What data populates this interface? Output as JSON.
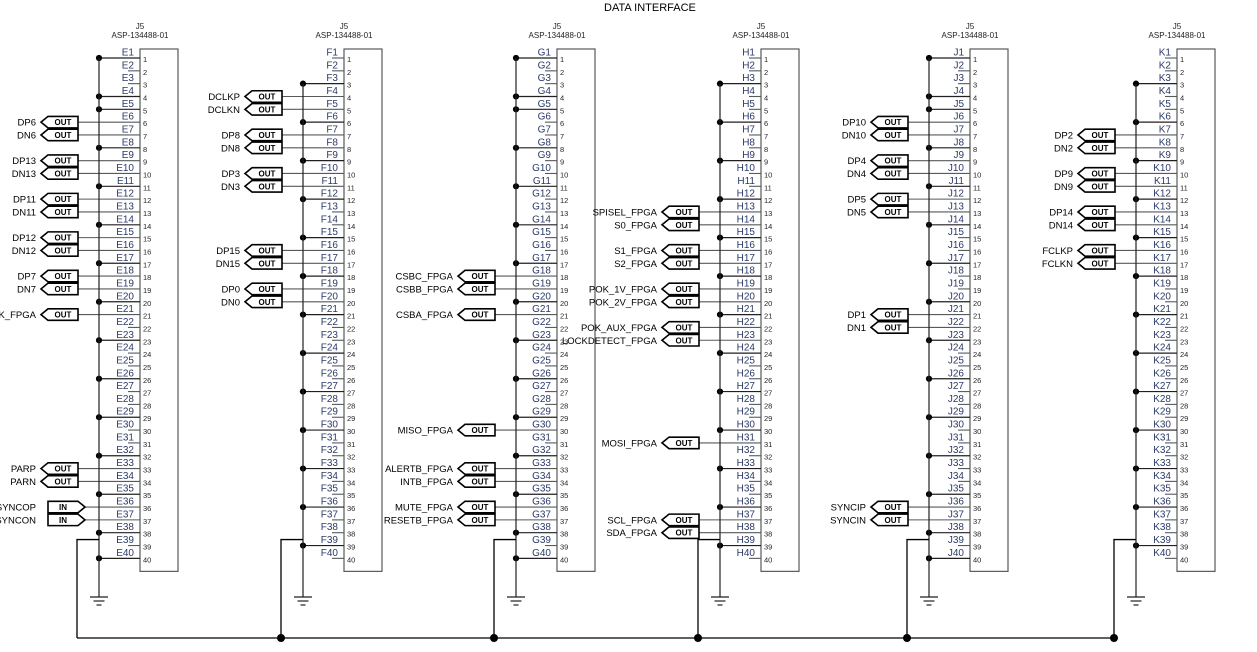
{
  "title": "DATA INTERFACE",
  "connector": {
    "ref": "J5",
    "part": "ASP-134488-01",
    "pin_count": 40
  },
  "columns": [
    {
      "id": "col-E",
      "prefix": "E",
      "ref": "J5",
      "part": "ASP-134488-01",
      "ground_pins": [
        1,
        4,
        5,
        8,
        11,
        14,
        17,
        20,
        23,
        26,
        29,
        32,
        35,
        38,
        40
      ],
      "signals": [
        {
          "pin": 6,
          "label": "DP6",
          "dir": "OUT"
        },
        {
          "pin": 7,
          "label": "DN6",
          "dir": "OUT"
        },
        {
          "pin": 9,
          "label": "DP13",
          "dir": "OUT"
        },
        {
          "pin": 10,
          "label": "DN13",
          "dir": "OUT"
        },
        {
          "pin": 12,
          "label": "DP11",
          "dir": "OUT"
        },
        {
          "pin": 13,
          "label": "DN11",
          "dir": "OUT"
        },
        {
          "pin": 15,
          "label": "DP12",
          "dir": "OUT"
        },
        {
          "pin": 16,
          "label": "DN12",
          "dir": "OUT"
        },
        {
          "pin": 18,
          "label": "DP7",
          "dir": "OUT"
        },
        {
          "pin": 19,
          "label": "DN7",
          "dir": "OUT"
        },
        {
          "pin": 21,
          "label": "SCLK_FPGA",
          "dir": "OUT"
        },
        {
          "pin": 33,
          "label": "PARP",
          "dir": "OUT"
        },
        {
          "pin": 34,
          "label": "PARN",
          "dir": "OUT"
        },
        {
          "pin": 36,
          "label": "SYNCOP",
          "dir": "IN"
        },
        {
          "pin": 37,
          "label": "SYNCON",
          "dir": "IN"
        }
      ]
    },
    {
      "id": "col-F",
      "prefix": "F",
      "ref": "J5",
      "part": "ASP-134488-01",
      "ground_pins": [
        3,
        6,
        9,
        12,
        15,
        18,
        21,
        24,
        27,
        30,
        33,
        36,
        39
      ],
      "signals": [
        {
          "pin": 4,
          "label": "DCLKP",
          "dir": "OUT"
        },
        {
          "pin": 5,
          "label": "DCLKN",
          "dir": "OUT"
        },
        {
          "pin": 7,
          "label": "DP8",
          "dir": "OUT"
        },
        {
          "pin": 8,
          "label": "DN8",
          "dir": "OUT"
        },
        {
          "pin": 10,
          "label": "DP3",
          "dir": "OUT"
        },
        {
          "pin": 11,
          "label": "DN3",
          "dir": "OUT"
        },
        {
          "pin": 16,
          "label": "DP15",
          "dir": "OUT"
        },
        {
          "pin": 17,
          "label": "DN15",
          "dir": "OUT"
        },
        {
          "pin": 19,
          "label": "DP0",
          "dir": "OUT"
        },
        {
          "pin": 20,
          "label": "DN0",
          "dir": "OUT"
        }
      ]
    },
    {
      "id": "col-G",
      "prefix": "G",
      "ref": "J5",
      "part": "ASP-134488-01",
      "ground_pins": [
        1,
        4,
        5,
        8,
        11,
        14,
        17,
        20,
        23,
        26,
        29,
        32,
        35,
        38,
        40
      ],
      "signals": [
        {
          "pin": 18,
          "label": "CSBC_FPGA",
          "dir": "OUT"
        },
        {
          "pin": 19,
          "label": "CSBB_FPGA",
          "dir": "OUT"
        },
        {
          "pin": 21,
          "label": "CSBA_FPGA",
          "dir": "OUT"
        },
        {
          "pin": 30,
          "label": "MISO_FPGA",
          "dir": "OUT"
        },
        {
          "pin": 33,
          "label": "ALERTB_FPGA",
          "dir": "OUT"
        },
        {
          "pin": 34,
          "label": "INTB_FPGA",
          "dir": "OUT"
        },
        {
          "pin": 36,
          "label": "MUTE_FPGA",
          "dir": "OUT"
        },
        {
          "pin": 37,
          "label": "RESETB_FPGA",
          "dir": "OUT"
        }
      ]
    },
    {
      "id": "col-H",
      "prefix": "H",
      "ref": "J5",
      "part": "ASP-134488-01",
      "ground_pins": [
        3,
        6,
        9,
        12,
        15,
        18,
        21,
        24,
        27,
        30,
        33,
        36,
        39
      ],
      "signals": [
        {
          "pin": 13,
          "label": "SPISEL_FPGA",
          "dir": "OUT"
        },
        {
          "pin": 14,
          "label": "S0_FPGA",
          "dir": "OUT"
        },
        {
          "pin": 16,
          "label": "S1_FPGA",
          "dir": "OUT"
        },
        {
          "pin": 17,
          "label": "S2_FPGA",
          "dir": "OUT"
        },
        {
          "pin": 19,
          "label": "POK_1V_FPGA",
          "dir": "OUT"
        },
        {
          "pin": 20,
          "label": "POK_2V_FPGA",
          "dir": "OUT"
        },
        {
          "pin": 22,
          "label": "POK_AUX_FPGA",
          "dir": "OUT"
        },
        {
          "pin": 23,
          "label": "LOCKDETECT_FPGA",
          "dir": "OUT"
        },
        {
          "pin": 31,
          "label": "MOSI_FPGA",
          "dir": "OUT"
        },
        {
          "pin": 37,
          "label": "SCL_FPGA",
          "dir": "OUT"
        },
        {
          "pin": 38,
          "label": "SDA_FPGA",
          "dir": "OUT"
        }
      ]
    },
    {
      "id": "col-J",
      "prefix": "J",
      "ref": "J5",
      "part": "ASP-134488-01",
      "ground_pins": [
        1,
        4,
        5,
        8,
        11,
        14,
        17,
        20,
        23,
        26,
        29,
        32,
        35,
        38,
        40
      ],
      "signals": [
        {
          "pin": 6,
          "label": "DP10",
          "dir": "OUT"
        },
        {
          "pin": 7,
          "label": "DN10",
          "dir": "OUT"
        },
        {
          "pin": 9,
          "label": "DP4",
          "dir": "OUT"
        },
        {
          "pin": 10,
          "label": "DN4",
          "dir": "OUT"
        },
        {
          "pin": 12,
          "label": "DP5",
          "dir": "OUT"
        },
        {
          "pin": 13,
          "label": "DN5",
          "dir": "OUT"
        },
        {
          "pin": 21,
          "label": "DP1",
          "dir": "OUT"
        },
        {
          "pin": 22,
          "label": "DN1",
          "dir": "OUT"
        },
        {
          "pin": 36,
          "label": "SYNCIP",
          "dir": "OUT"
        },
        {
          "pin": 37,
          "label": "SYNCIN",
          "dir": "OUT"
        }
      ]
    },
    {
      "id": "col-K",
      "prefix": "K",
      "ref": "J5",
      "part": "ASP-134488-01",
      "ground_pins": [
        3,
        6,
        9,
        12,
        15,
        18,
        21,
        24,
        27,
        30,
        33,
        36,
        39
      ],
      "signals": [
        {
          "pin": 7,
          "label": "DP2",
          "dir": "OUT"
        },
        {
          "pin": 8,
          "label": "DN2",
          "dir": "OUT"
        },
        {
          "pin": 10,
          "label": "DP9",
          "dir": "OUT"
        },
        {
          "pin": 11,
          "label": "DN9",
          "dir": "OUT"
        },
        {
          "pin": 13,
          "label": "DP14",
          "dir": "OUT"
        },
        {
          "pin": 14,
          "label": "DN14",
          "dir": "OUT"
        },
        {
          "pin": 16,
          "label": "FCLKP",
          "dir": "OUT"
        },
        {
          "pin": 17,
          "label": "FCLKN",
          "dir": "OUT"
        }
      ]
    }
  ],
  "port_glyphs": {
    "out": "OUT",
    "in": "IN"
  },
  "colors": {
    "pin_label": "#2b3a67",
    "wire": "#58595b",
    "ground_bus": "#000000",
    "text": "#231f20"
  }
}
